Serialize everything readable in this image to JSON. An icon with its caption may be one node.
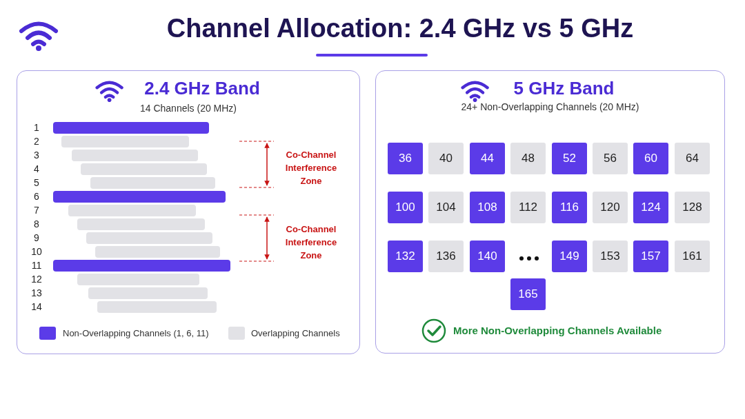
{
  "diagram": {
    "title": "Channel Allocation: 2.4 GHz vs 5 GHz",
    "nodes": [
      {
        "text": [
          "2.4 GHz Band",
          "14 Channels (20 MHz)"
        ]
      },
      {
        "text": [],
        "shape": "bar",
        "in": 0
      },
      {
        "text": [],
        "shape": "bar",
        "in": 0
      },
      {
        "text": [],
        "shape": "bar",
        "in": 0
      },
      {
        "text": [],
        "shape": "bar",
        "in": 0
      },
      {
        "text": [],
        "shape": "bar",
        "in": 0
      },
      {
        "text": [],
        "shape": "bar",
        "in": 0
      },
      {
        "text": [],
        "shape": "bar",
        "in": 0
      },
      {
        "text": [],
        "shape": "bar",
        "in": 0
      },
      {
        "text": [],
        "shape": "bar",
        "in": 0
      },
      {
        "text": [],
        "shape": "bar",
        "in": 0
      },
      {
        "text": [],
        "shape": "bar",
        "in": 0
      },
      {
        "text": [],
        "shape": "bar",
        "in": 0
      },
      {
        "text": [],
        "shape": "bar",
        "in": 0
      },
      {
        "text": [],
        "shape": "bar",
        "in": 0
      },
      {
        "text": [
          "5 GHz Band",
          "24+ Non-Overlapping Channels (20 MHz)"
        ]
      },
      {
        "text": [
          "36"
        ],
        "in": 15
      },
      {
        "text": [
          "40"
        ],
        "in": 15
      },
      {
        "text": [
          "44"
        ],
        "in": 15
      },
      {
        "text": [
          "48"
        ],
        "in": 15
      },
      {
        "text": [
          "52"
        ],
        "in": 15
      },
      {
        "text": [
          "56"
        ],
        "in": 15
      },
      {
        "text": [
          "60"
        ],
        "in": 15
      },
      {
        "text": [
          "64"
        ],
        "in": 15
      },
      {
        "text": [
          "100"
        ],
        "in": 15
      },
      {
        "text": [
          "104"
        ],
        "in": 15
      },
      {
        "text": [
          "108"
        ],
        "in": 15
      },
      {
        "text": [
          "112"
        ],
        "in": 15
      },
      {
        "text": [
          "116"
        ],
        "in": 15
      },
      {
        "text": [
          "120"
        ],
        "in": 15
      },
      {
        "text": [
          "124"
        ],
        "in": 15
      },
      {
        "text": [
          "128"
        ],
        "in": 15
      },
      {
        "text": [
          "132"
        ],
        "in": 15
      },
      {
        "text": [
          "136"
        ],
        "in": 15
      },
      {
        "text": [
          "140"
        ],
        "in": 15
      },
      {
        "text": [
          "149"
        ],
        "in": 15
      },
      {
        "text": [
          "153"
        ],
        "in": 15
      },
      {
        "text": [
          "157"
        ],
        "in": 15
      },
      {
        "text": [
          "161"
        ],
        "in": 15
      },
      {
        "text": [
          "165"
        ],
        "in": 15
      }
    ],
    "labels": [
      "1",
      "2",
      "3",
      "4",
      "5",
      "6",
      "7",
      "8",
      "9",
      "10",
      "11",
      "12",
      "13",
      "14",
      "Co-Channel Interference Zone",
      "Co-Channel Interference Zone",
      "More Non-Overlapping Channels Available"
    ],
    "legend": [
      {
        "text": "Non-Overlapping Channels (1, 6, 11)",
        "color": "#5b3be8"
      },
      {
        "text": "Overlapping Channels",
        "color": "#e2e2e6"
      }
    ]
  }
}
